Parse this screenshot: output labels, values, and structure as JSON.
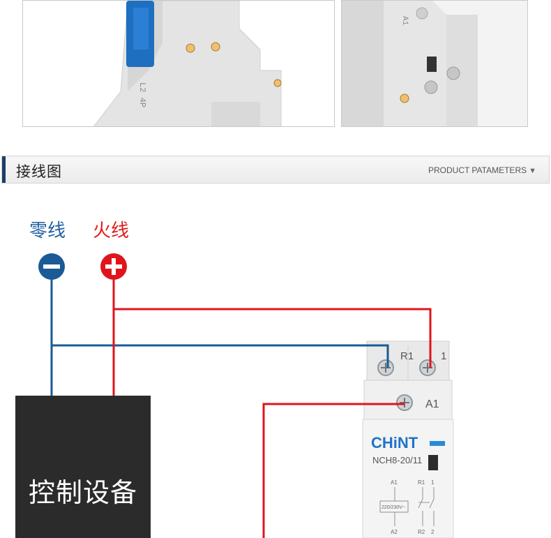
{
  "header": {
    "title": "接线图",
    "subtitle": "PRODUCT PATAMETERS",
    "arrow_icon": "triangle-down-icon"
  },
  "wires": {
    "neutral_label": "零线",
    "live_label": "火线",
    "neutral_color": "#1a5a96",
    "live_color": "#e0141c"
  },
  "device": {
    "label": "控制设备"
  },
  "contactor": {
    "terminal_r1": "R1",
    "terminal_1": "1",
    "terminal_a1": "A1",
    "brand": "CHiNT",
    "model": "NCH8-20/11",
    "schematic": {
      "a1": "A1",
      "a2": "A2",
      "r1": "R1",
      "r2": "R2",
      "t1": "1",
      "t2": "2",
      "voltage": "220/230V~"
    }
  },
  "photo_left": {
    "side_marking": "L2 4P"
  },
  "photo_right": {
    "side_marking": "A1"
  }
}
